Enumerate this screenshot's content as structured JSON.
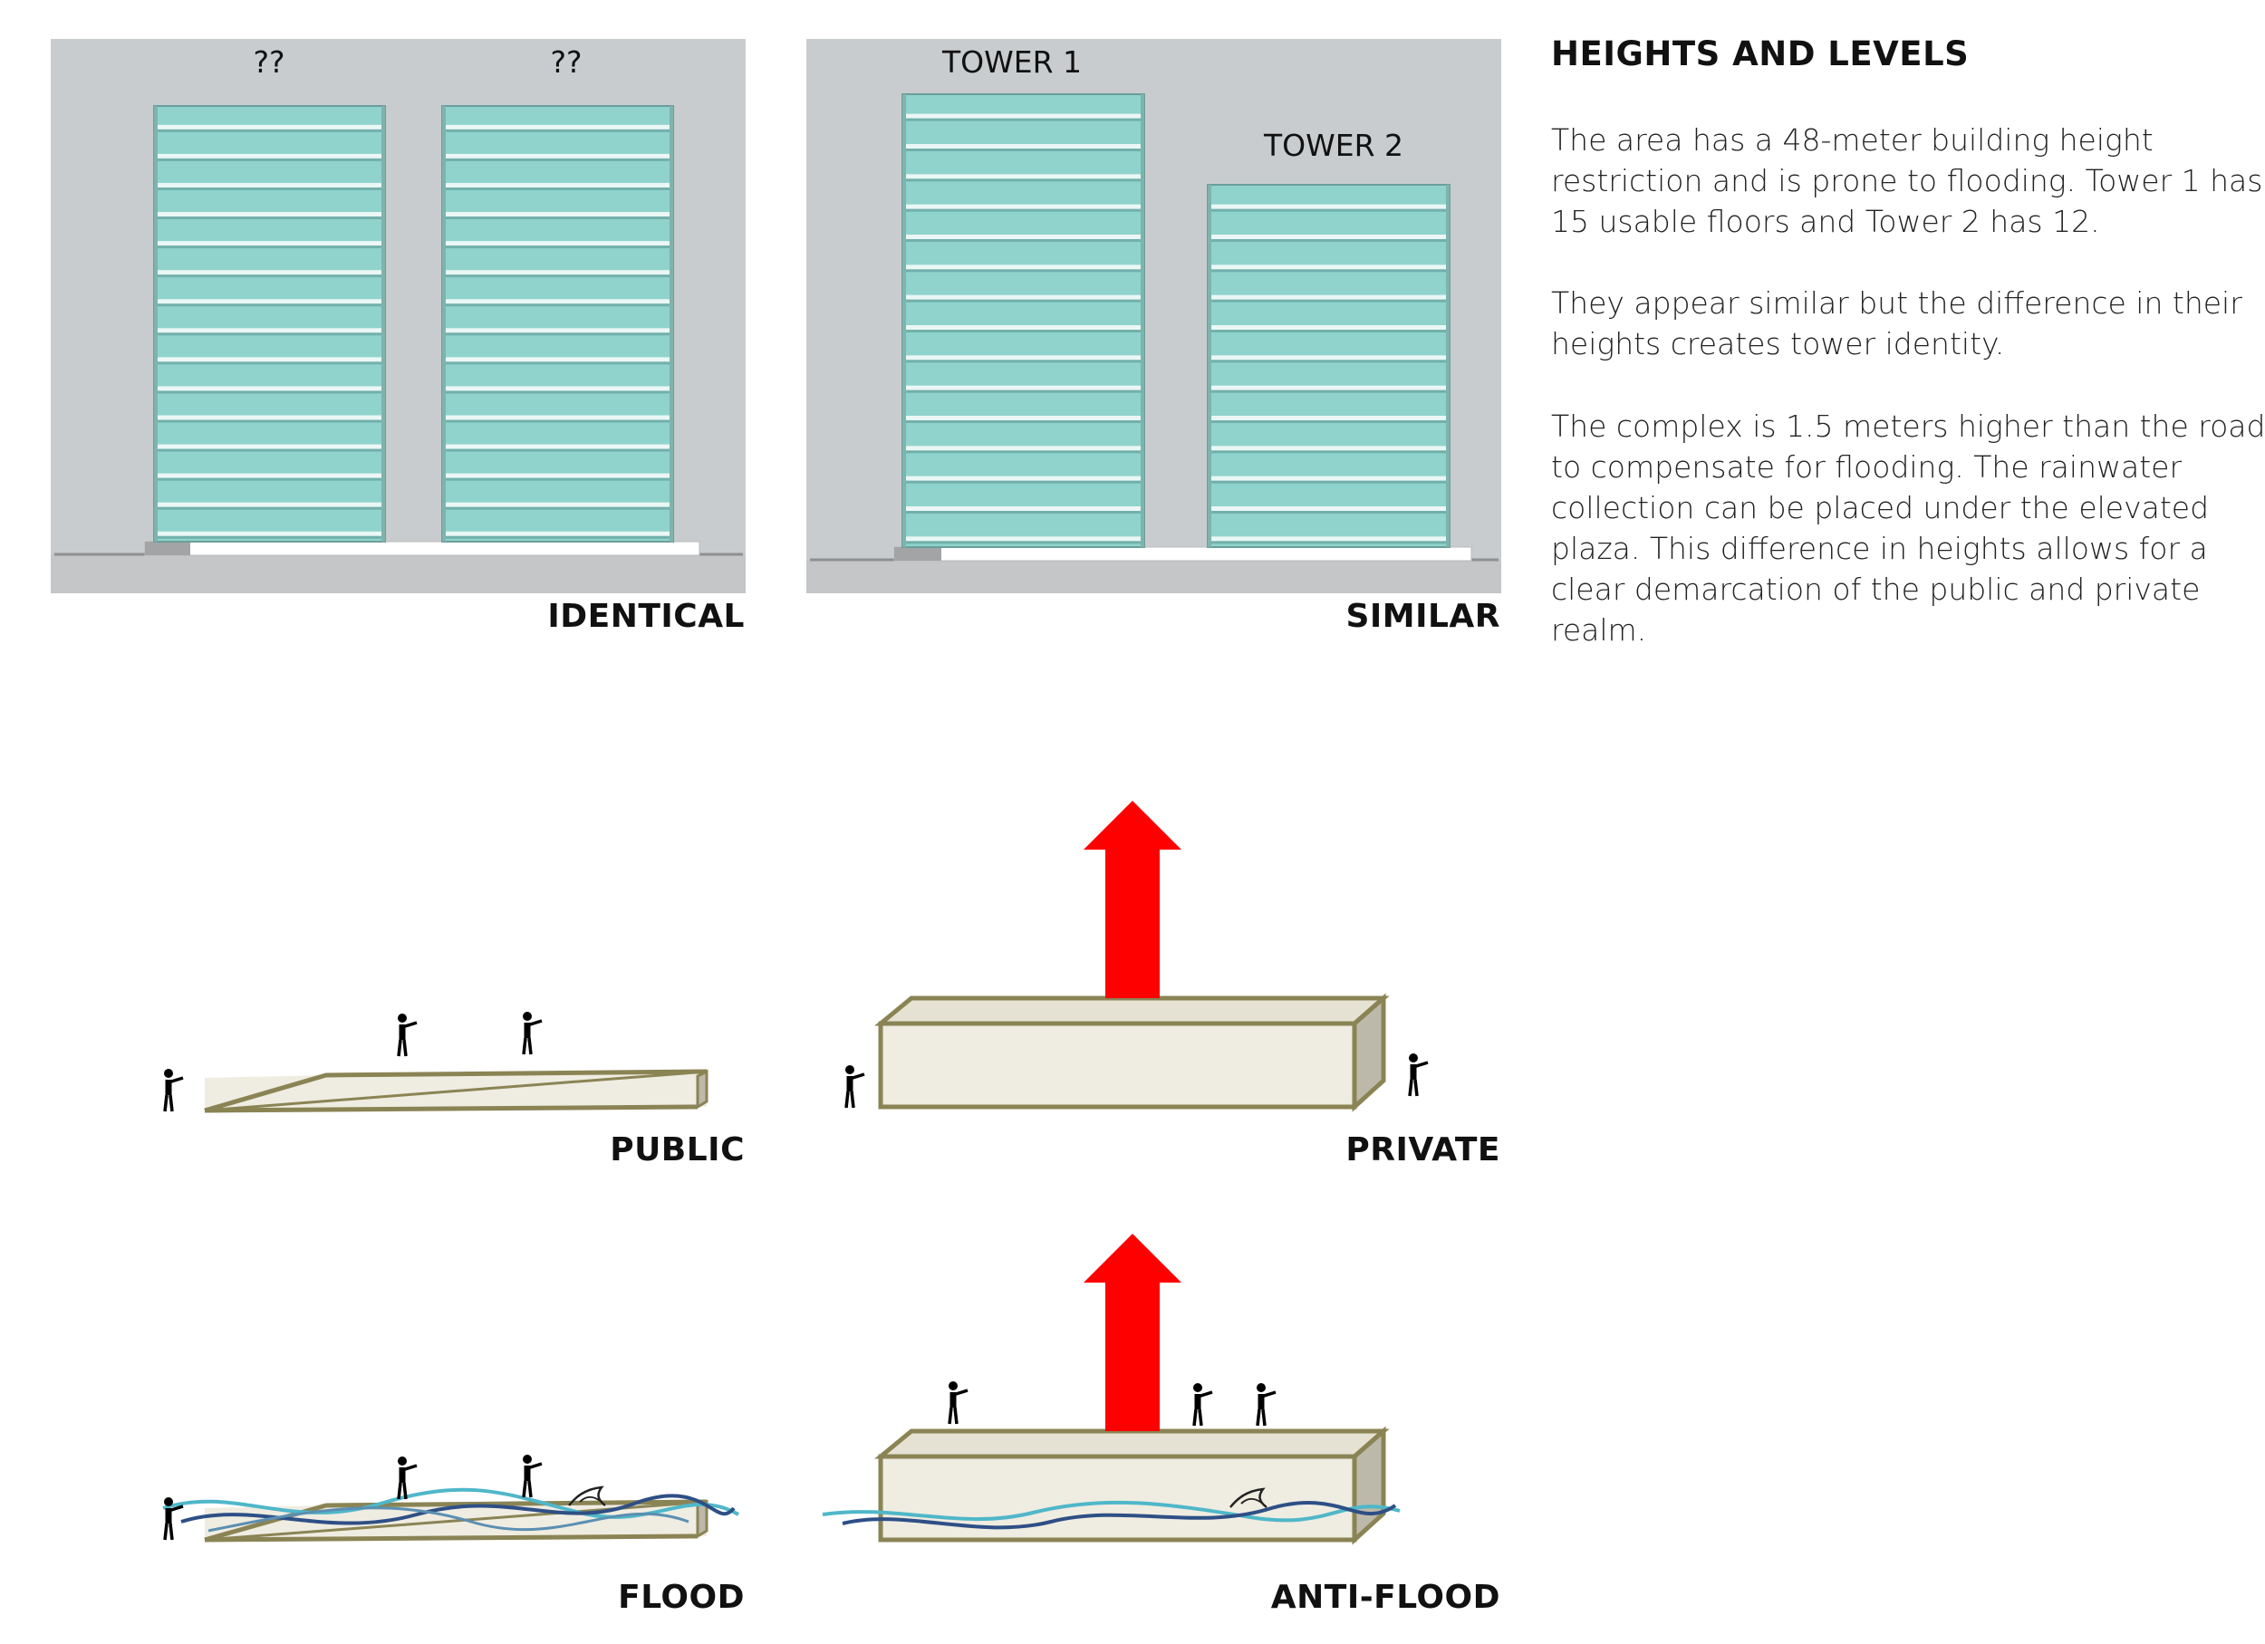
{
  "panels": {
    "identical": {
      "caption": "IDENTICAL",
      "tower_labels": [
        "??",
        "??"
      ]
    },
    "similar": {
      "caption": "SIMILAR",
      "tower_labels": [
        "TOWER 1",
        "TOWER 2"
      ]
    },
    "public": {
      "caption": "PUBLIC"
    },
    "private": {
      "caption": "PRIVATE"
    },
    "flood": {
      "caption": "FLOOD"
    },
    "anti_flood": {
      "caption": "ANTI-FLOOD"
    }
  },
  "text": {
    "heading": "HEIGHTS AND LEVELS",
    "paragraphs": [
      "The area has a 48-meter building height restriction and is prone to flooding. Tower 1 has 15 usable floors and Tower 2 has 12.",
      "They appear similar but the difference in their heights creates tower identity.",
      "The complex is 1.5 meters higher than the road to compensate for flooding. The rainwater collection can be placed under the elevated plaza. This difference in heights allows for a clear demarcation of the public and private realm."
    ]
  },
  "colors": {
    "glass": "#8fd3cc",
    "panel_bg": "#c9ccce",
    "arrow": "#ff0000",
    "block_fill": "#efece1",
    "block_edge": "#8a8455",
    "water_dark": "#2e4f86",
    "water_light": "#4fb7c9"
  },
  "icons": {
    "person": "person-pointing-icon",
    "arrow": "up-arrow-icon",
    "fin": "shark-fin-icon"
  }
}
